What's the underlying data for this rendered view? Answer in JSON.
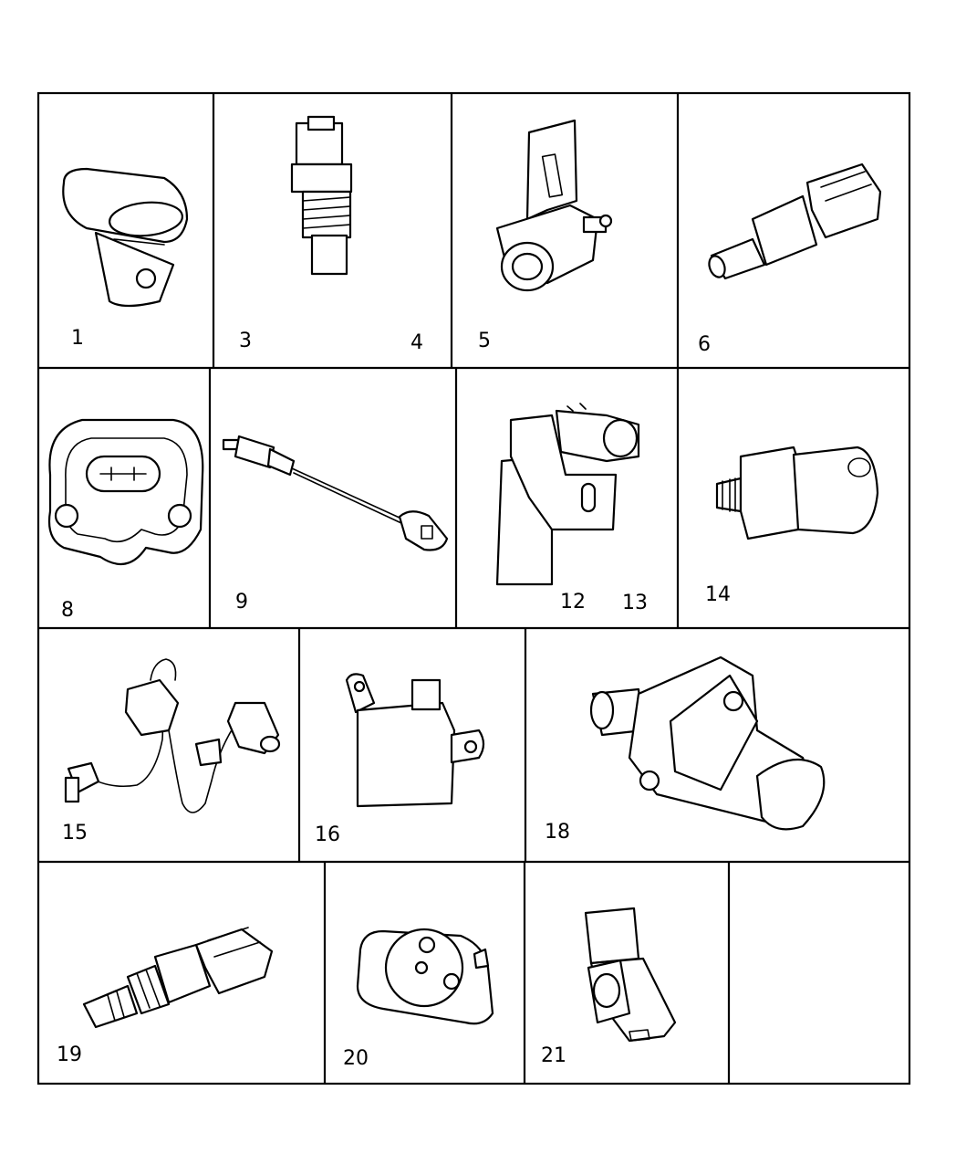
{
  "diagram": {
    "line_color": "#000000",
    "background": "#ffffff",
    "cells": [
      {
        "id": "c1",
        "labels": [
          "1"
        ],
        "part": "cam-position-sensor"
      },
      {
        "id": "c2",
        "labels": [
          "3",
          "4"
        ],
        "part": "temperature-sensor"
      },
      {
        "id": "c3",
        "labels": [
          "5"
        ],
        "part": "map-sensor-bracket"
      },
      {
        "id": "c4",
        "labels": [
          "6"
        ],
        "part": "coolant-temp-sensor"
      },
      {
        "id": "c5",
        "labels": [
          "8"
        ],
        "part": "throttle-position-sensor"
      },
      {
        "id": "c6",
        "labels": [
          "9"
        ],
        "part": "oxygen-sensor"
      },
      {
        "id": "c7",
        "labels": [
          "12",
          "13"
        ],
        "part": "crank-position-sensor"
      },
      {
        "id": "c8",
        "labels": [
          "14"
        ],
        "part": "oil-pressure-switch"
      },
      {
        "id": "c9",
        "labels": [
          "15"
        ],
        "part": "wheel-speed-sensor-harness"
      },
      {
        "id": "c10",
        "labels": [
          "16"
        ],
        "part": "relay-module"
      },
      {
        "id": "c11",
        "labels": [
          "18"
        ],
        "part": "idle-air-control-motor"
      },
      {
        "id": "c12",
        "labels": [
          "19"
        ],
        "part": "threaded-temp-sender"
      },
      {
        "id": "c13",
        "labels": [
          "20"
        ],
        "part": "throttle-sensor-plate"
      },
      {
        "id": "c14",
        "labels": [
          "21"
        ],
        "part": "knock-sensor"
      },
      {
        "id": "c15",
        "labels": [],
        "part": "empty-cell"
      }
    ]
  }
}
